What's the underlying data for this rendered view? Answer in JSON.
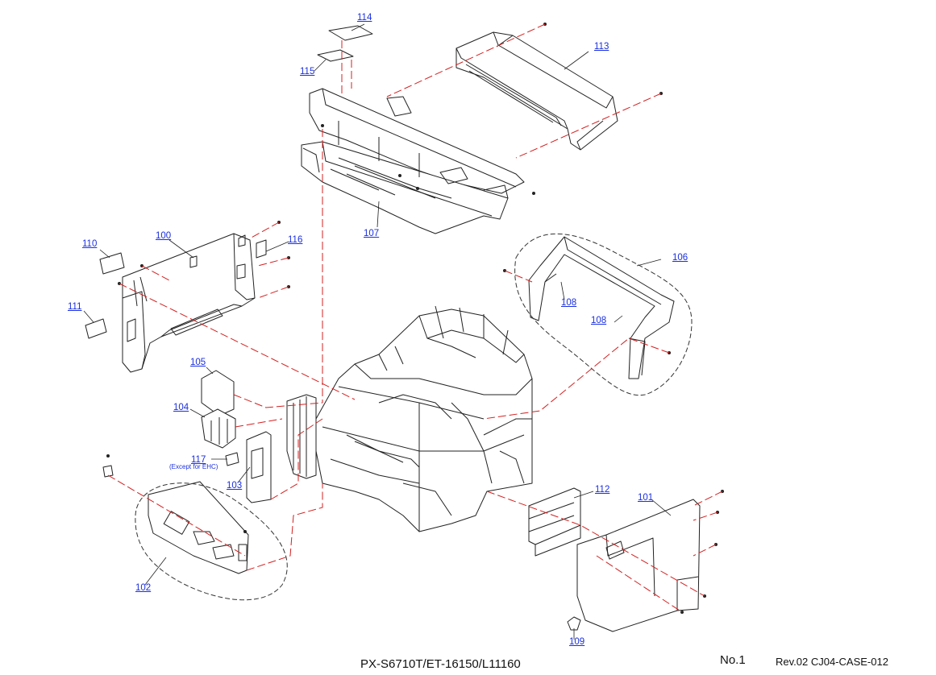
{
  "diagram": {
    "title": "Exploded parts diagram - case assembly",
    "parts": [
      {
        "number": "100",
        "linked": true
      },
      {
        "number": "101",
        "linked": true
      },
      {
        "number": "102",
        "linked": true
      },
      {
        "number": "103",
        "linked": true
      },
      {
        "number": "104",
        "linked": true
      },
      {
        "number": "105",
        "linked": true
      },
      {
        "number": "106",
        "linked": true
      },
      {
        "number": "107",
        "linked": true
      },
      {
        "number": "108",
        "linked": true
      },
      {
        "number": "109",
        "linked": true
      },
      {
        "number": "110",
        "linked": true
      },
      {
        "number": "111",
        "linked": true
      },
      {
        "number": "112",
        "linked": true
      },
      {
        "number": "113",
        "linked": true
      },
      {
        "number": "114",
        "linked": true
      },
      {
        "number": "115",
        "linked": true
      },
      {
        "number": "116",
        "linked": true
      },
      {
        "number": "117",
        "linked": true
      }
    ],
    "labels": {
      "p100": "100",
      "p101": "101",
      "p102": "102",
      "p103": "103",
      "p104": "104",
      "p105": "105",
      "p106": "106",
      "p107": "107",
      "p108a": "108",
      "p108b": "108",
      "p109": "109",
      "p110": "110",
      "p111": "111",
      "p112": "112",
      "p113": "113",
      "p114": "114",
      "p115": "115",
      "p116": "116",
      "p117": "117"
    },
    "note_117": "(Except for EHC)"
  },
  "footer": {
    "model": "PX-S6710T/ET-16150/L11160",
    "page": "No.1",
    "revision": "Rev.02 CJ04-CASE-012"
  },
  "colors": {
    "link": "#1a2fe0",
    "leader_dash": "#d42020",
    "line": "#222222"
  }
}
